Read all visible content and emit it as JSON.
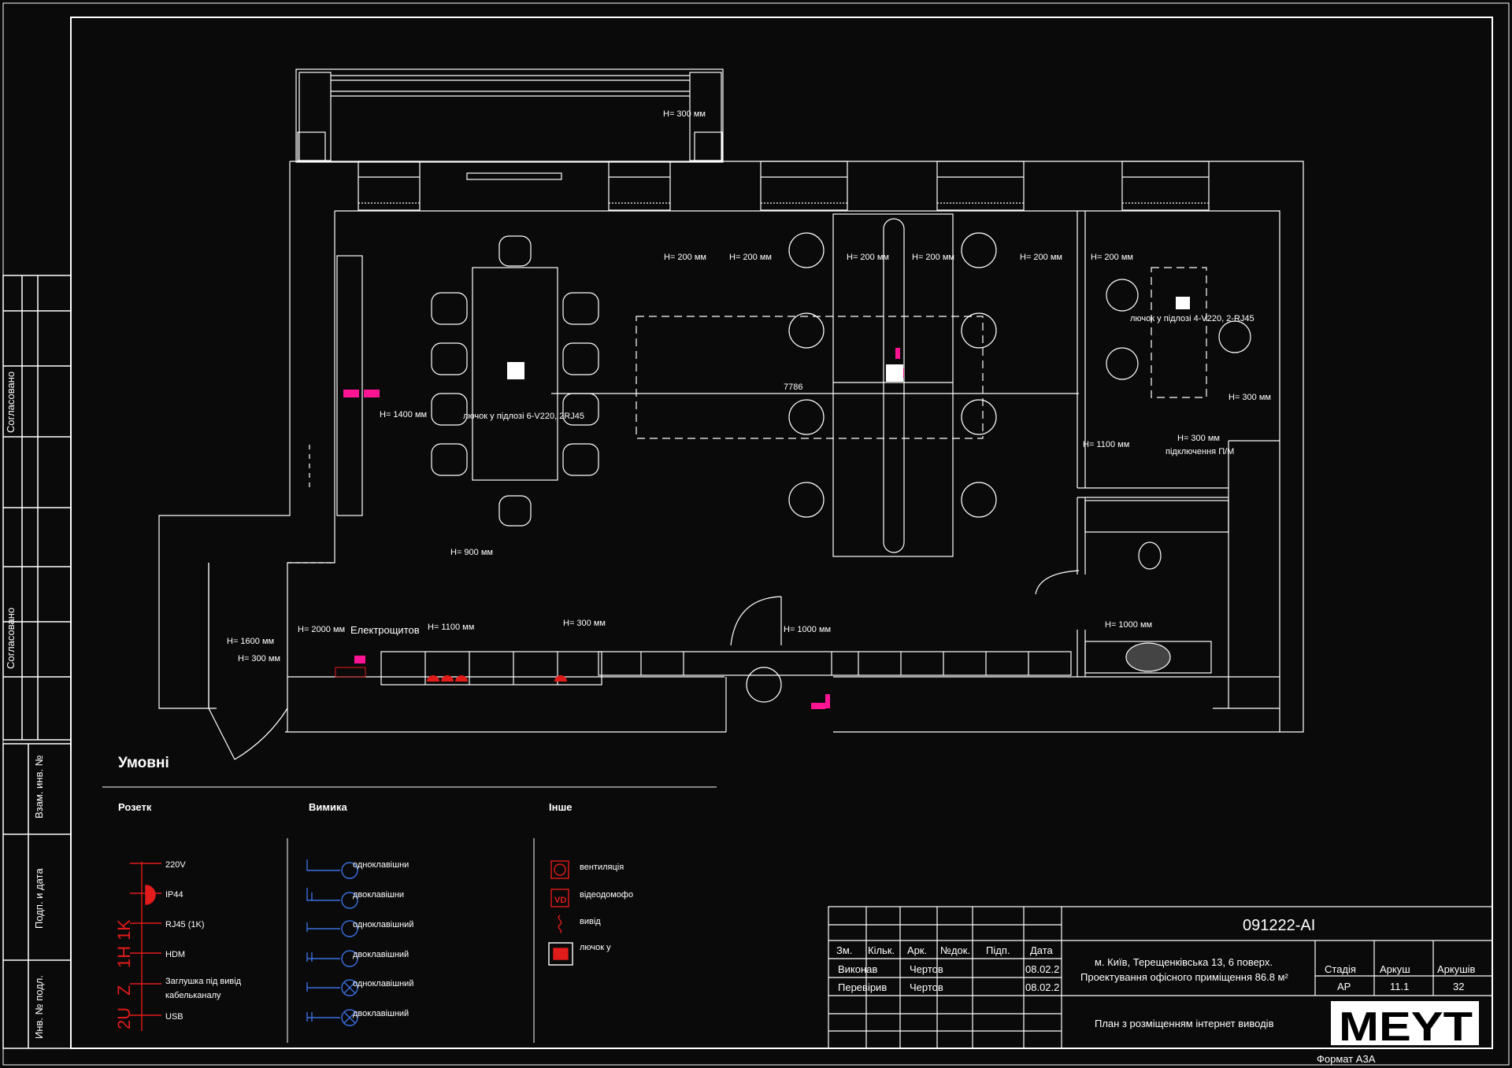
{
  "side": {
    "approved_1": "Согласовано",
    "approved_2": "Согласовано",
    "exchange_inv": "Взам. инв. №",
    "sign_date": "Подп. и дата",
    "inv_orig": "Инв. № подл."
  },
  "annotations": {
    "h300_top": "H= 300 мм",
    "h200_1": "H= 200 мм",
    "h200_2": "H= 200 мм",
    "h200_3": "H= 200 мм",
    "h200_4": "H= 200 мм",
    "h200_5": "H= 200 мм",
    "h200_6": "H= 200 мм",
    "h1400": "H= 1400 мм",
    "floorbox_left": "лючок у підлозі  6-V220, 2RJ45",
    "floorbox_right": "лючок у підлозі  4-V220, 2-RJ45",
    "dim_7786": "7786",
    "h300_right": "H= 300 мм",
    "h1100_right": "H= 1100 мм",
    "h300_pm": "H= 300 мм",
    "pm_connection": "підключення П/М",
    "h900": "H= 900 мм",
    "h2000": "H= 2000 мм",
    "elshield": "Електрощитов",
    "h1100": "H= 1100 мм",
    "h300_kitchen": "H= 300 мм",
    "h1000": "H= 1000 мм",
    "h1000_wc": "H= 1000 мм",
    "h1600": "H= 1600 мм",
    "h300_door": "H= 300 мм"
  },
  "legend": {
    "title": "Умовні",
    "sockets": {
      "heading": "Розетк",
      "items": [
        "220V",
        "IP44",
        "RJ45 (1K)",
        "HDM",
        "Заглушка під  вивід",
        "кабельканалу",
        "USB"
      ],
      "codes": [
        "1K",
        "1H",
        "Z",
        "2U"
      ]
    },
    "switches": {
      "heading": "Вимика",
      "items": [
        "одноклавішни",
        "двоклавішни",
        "одноклавішний",
        "двоклавішний",
        "одноклавішний",
        "двоклавішний"
      ]
    },
    "other": {
      "heading": "Інше",
      "items": [
        "вентиляція",
        "відеодомофо",
        "вивід",
        "лючок у"
      ],
      "vd_code": "VD"
    }
  },
  "title_block": {
    "code": "091222-АІ",
    "headers": [
      "Зм.",
      "Кільк.",
      "Арк.",
      "№док.",
      "Підп.",
      "Дата"
    ],
    "rows": [
      {
        "role": "Виконав",
        "name": "Чертов",
        "date": "08.02.2"
      },
      {
        "role": "Перевірив",
        "name": "Чертов",
        "date": "08.02.2"
      }
    ],
    "address": "м. Київ, Терещенківська 13, 6 поверх.",
    "project": "Проектування офісного приміщення 86.8 м²",
    "stage_label": "Стадія",
    "sheet_label": "Аркуш",
    "sheets_label": "Аркушів",
    "stage": "АР",
    "sheet": "11.1",
    "sheets": "32",
    "drawing_title": "План з розміщенням інтернет виводів",
    "logo": "MEYT",
    "format": "Формат А3А"
  },
  "colors": {
    "background": "#0a0a0a",
    "lines": "#ffffff",
    "magenta": "#ff1493",
    "red": "#e21b1b",
    "blue": "#3a6fe0"
  }
}
